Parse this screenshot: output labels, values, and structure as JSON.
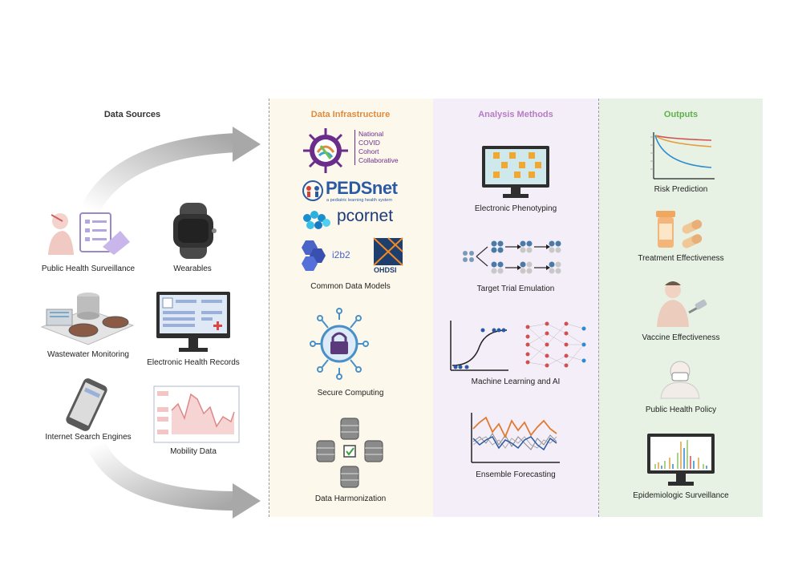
{
  "columns": {
    "sources": {
      "title": "Data Sources",
      "color": "#333333"
    },
    "infrastructure": {
      "title": "Data Infrastructure",
      "color": "#e08a3c"
    },
    "analysis": {
      "title": "Analysis Methods",
      "color": "#b57cc4"
    },
    "outputs": {
      "title": "Outputs",
      "color": "#5fb04c"
    }
  },
  "sources": [
    "Public Health Surveillance",
    "Wearables",
    "Wastewater Monitoring",
    "Electronic Health Records",
    "Internet Search Engines",
    "Mobility Data"
  ],
  "infrastructure": {
    "logos": {
      "n3c": [
        "National",
        "COVID",
        "Cohort",
        "Collaborative"
      ],
      "pedsnet": "PEDSnet",
      "pedsnet_tagline": "a pediatric learning health system",
      "pcornet": "pcornet",
      "i2b2": "i2b2",
      "ohdsi": "OHDSI"
    },
    "items": [
      "Common Data Models",
      "Secure Computing",
      "Data Harmonization"
    ]
  },
  "analysis": [
    "Electronic Phenotyping",
    "Target Trial Emulation",
    "Machine Learning and AI",
    "Ensemble Forecasting"
  ],
  "outputs": [
    "Risk Prediction",
    "Treatment Effectiveness",
    "Vaccine Effectiveness",
    "Public Health Policy",
    "Epidemiologic Surveillance"
  ]
}
